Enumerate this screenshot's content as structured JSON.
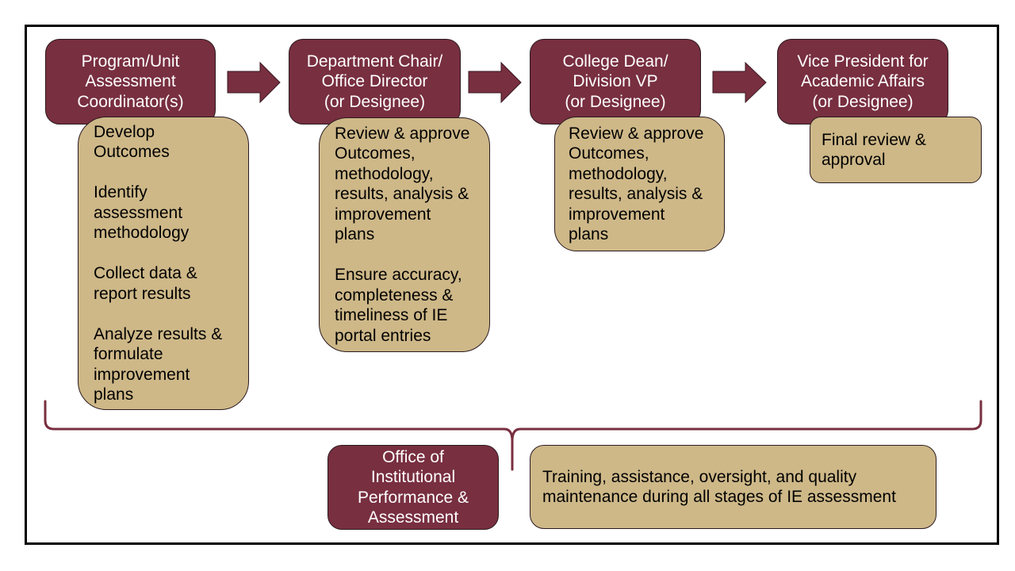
{
  "diagram": {
    "stages": [
      {
        "title": "Program/Unit\nAssessment\nCoordinator(s)",
        "tasks": [
          "Develop\nOutcomes",
          "Identify\nassessment\nmethodology",
          "Collect data &\nreport results",
          "Analyze  results &\nformulate\nimprovement\nplans"
        ]
      },
      {
        "title": "Department  Chair/\nOffice Director\n(or Designee)",
        "tasks": [
          "Review & approve\nOutcomes,\nmethodology,\nresults, analysis &\nimprovement\nplans",
          "Ensure accuracy,\ncompleteness &\ntimeliness of IE\nportal entries"
        ]
      },
      {
        "title": "College Dean/\nDivision VP\n(or Designee)",
        "tasks": [
          "Review & approve\nOutcomes,\nmethodology,\nresults, analysis &\nimprovement\nplans"
        ]
      },
      {
        "title": "Vice President for\nAcademic Affairs\n(or Designee)",
        "tasks": [
          "Final review &\napproval"
        ]
      }
    ],
    "flow_arrows": [
      "right-arrow-icon",
      "right-arrow-icon",
      "right-arrow-icon"
    ],
    "support": {
      "title": "Office of\nInstitutional\nPerformance &\nAssessment",
      "description": "Training, assistance, oversight, and quality\nmaintenance during all stages of IE assessment"
    }
  },
  "colors": {
    "role_box": "#782F40",
    "task_box": "#CEB888",
    "frame": "#000000",
    "brace": "#782F40"
  }
}
